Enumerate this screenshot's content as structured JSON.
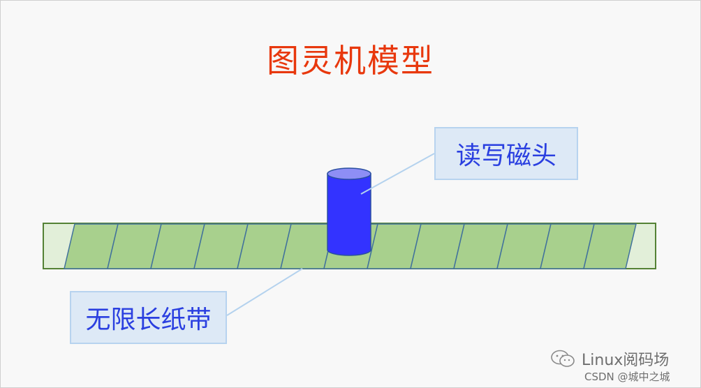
{
  "title": "图灵机模型",
  "labels": {
    "read_write_head": "读写磁头",
    "infinite_tape": "无限长纸带"
  },
  "watermark": {
    "brand": "Linux阅码场",
    "site": "CSDN @城中之城"
  },
  "icons": {
    "wechat": "wechat-icon"
  },
  "colors": {
    "title": "#e8380d",
    "tape_fill": "#e2efd9",
    "cell_fill": "#a8d08d",
    "tape_border": "#548235",
    "cell_border": "#41719c",
    "head_fill": "#3333ff",
    "head_top": "#8e8ef5",
    "callout_bg": "#dde9f6",
    "callout_border": "#b7d3ef",
    "callout_text": "#2a3fe0",
    "leader_line": "#b4d2ee"
  }
}
